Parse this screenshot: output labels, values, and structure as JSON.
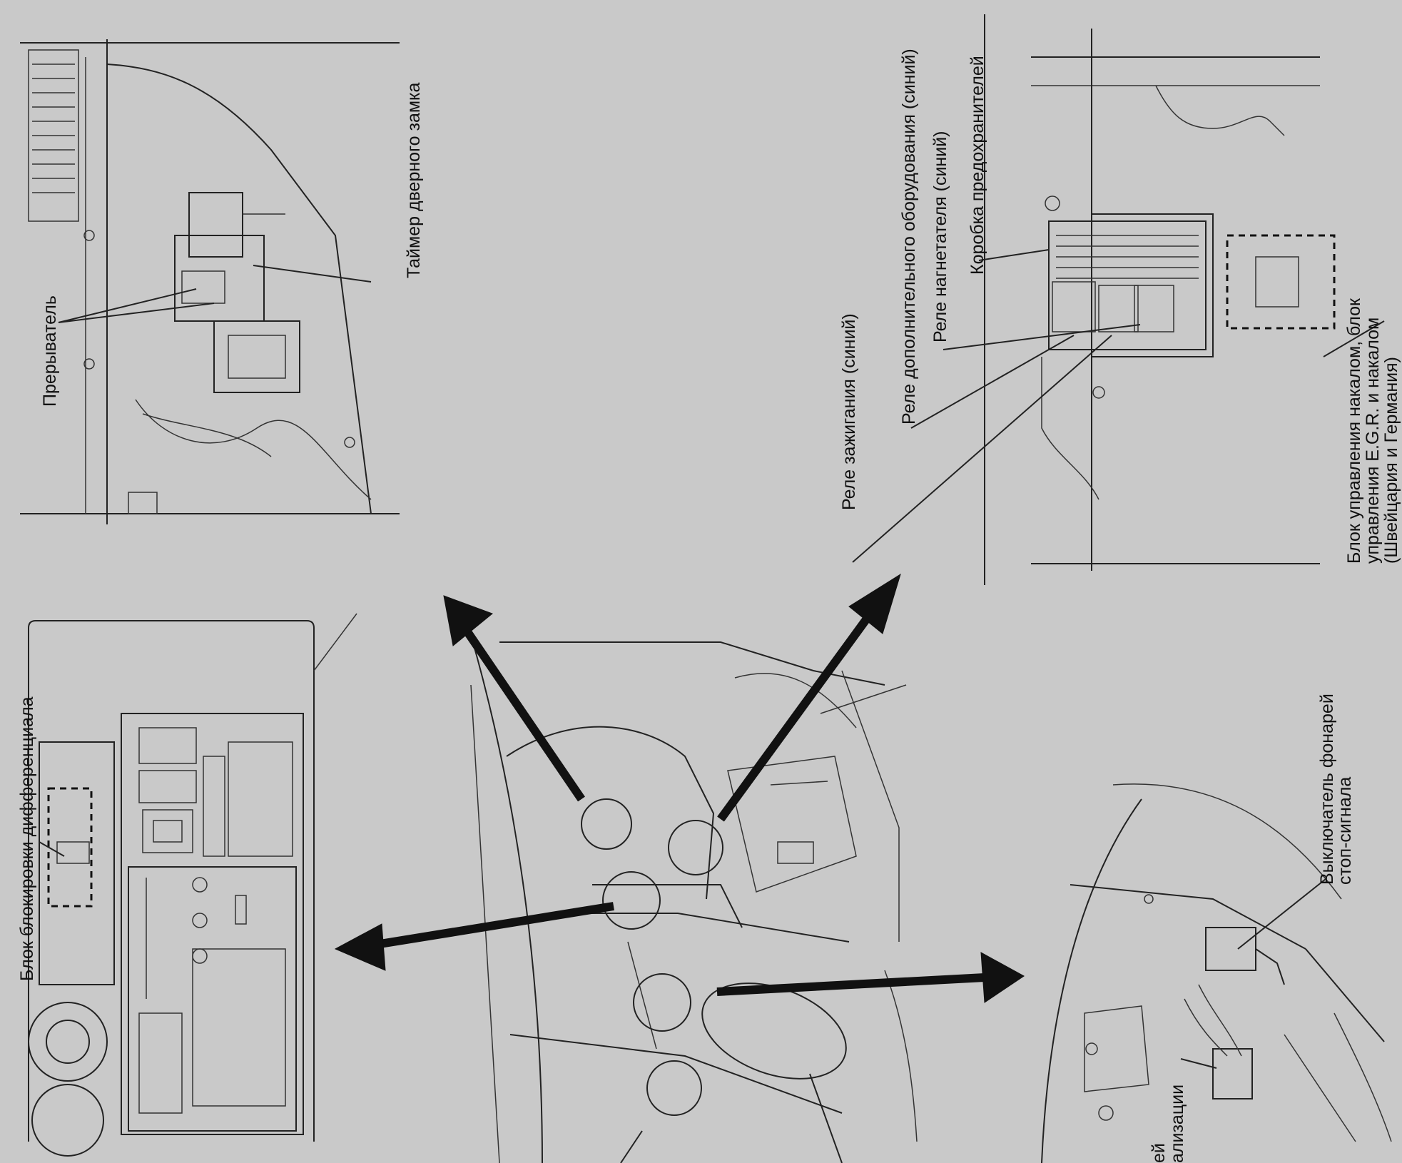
{
  "labels": {
    "door_lock_timer": "Таймер дверного замка",
    "interrupter": "Прерыватель",
    "diff_lock_unit": "Блок блокировки дифференциала",
    "ignition_relay": "Реле зажигания (синий)",
    "accessory_relay": "Реле дополнительного оборудования (синий)",
    "blower_relay": "Реле нагнетателя (синий)",
    "fuse_box": "Коробка предохранителей",
    "glow_control_line1": "Блок управления накалом, блок",
    "glow_control_line2": "управления E.G.R. и накалом",
    "glow_control_line3": "(Швейцария и Германия)",
    "stop_switch_line1": "Выключатель фонарей",
    "stop_switch_line2": "стоп-сигнала",
    "cut_label_line1": "ей",
    "cut_label_line2": "ализации"
  },
  "colors": {
    "background": "#c9c9c9",
    "ink": "#111111"
  }
}
